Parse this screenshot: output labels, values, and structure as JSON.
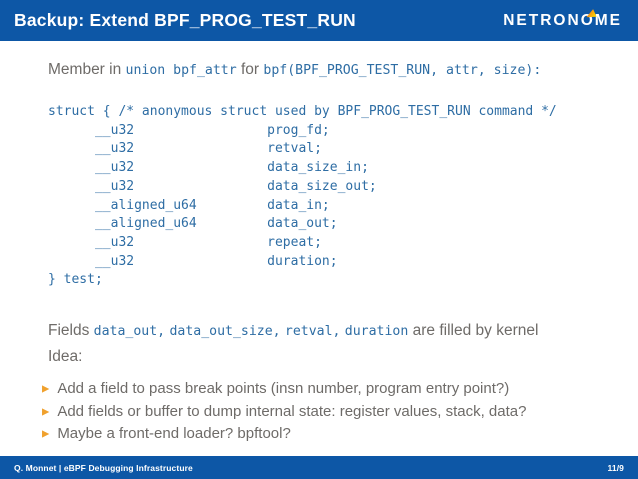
{
  "colors": {
    "bar_blue": "#0d57a6",
    "code_blue": "#2e6da4",
    "body_gray": "#6e6b68",
    "bullet_orange": "#f0a12d",
    "logo_triangle_start": "#f07f1a",
    "logo_triangle_end": "#ffd400"
  },
  "header": {
    "title": "Backup: Extend BPF_PROG_TEST_RUN",
    "logo_prefix": "NETRON",
    "logo_o": "O",
    "logo_suffix": "ME"
  },
  "intro_line": {
    "segments": [
      {
        "t": "Member in ",
        "mono": false
      },
      {
        "t": "union bpf_attr",
        "mono": true
      },
      {
        "t": " for ",
        "mono": false
      },
      {
        "t": "bpf(BPF_PROG_TEST_RUN, attr, size):",
        "mono": true
      }
    ]
  },
  "code": {
    "lines": [
      "struct { /* anonymous struct used by BPF_PROG_TEST_RUN command */",
      "      __u32                 prog_fd;",
      "      __u32                 retval;",
      "      __u32                 data_size_in;",
      "      __u32                 data_size_out;",
      "      __aligned_u64         data_in;",
      "      __aligned_u64         data_out;",
      "      __u32                 repeat;",
      "      __u32                 duration;",
      "} test;"
    ]
  },
  "fields_line": {
    "segments": [
      {
        "t": "Fields ",
        "mono": false
      },
      {
        "t": "data_out,",
        "mono": true
      },
      {
        "t": " ",
        "mono": false
      },
      {
        "t": "data_out_size,",
        "mono": true
      },
      {
        "t": " ",
        "mono": false
      },
      {
        "t": "retval,",
        "mono": true
      },
      {
        "t": " ",
        "mono": false
      },
      {
        "t": "duration",
        "mono": true
      },
      {
        "t": " are filled by kernel",
        "mono": false
      }
    ]
  },
  "idea_label": "Idea:",
  "bullets": [
    "Add a field to pass break points (insn number, program entry point?)",
    "Add fields or buffer to dump internal state: register values, stack, data?",
    "Maybe a front-end loader? bpftool?"
  ],
  "bullet_marker": "▶",
  "footer": {
    "left": "Q. Monnet | eBPF Debugging Infrastructure",
    "right": "11/9"
  }
}
